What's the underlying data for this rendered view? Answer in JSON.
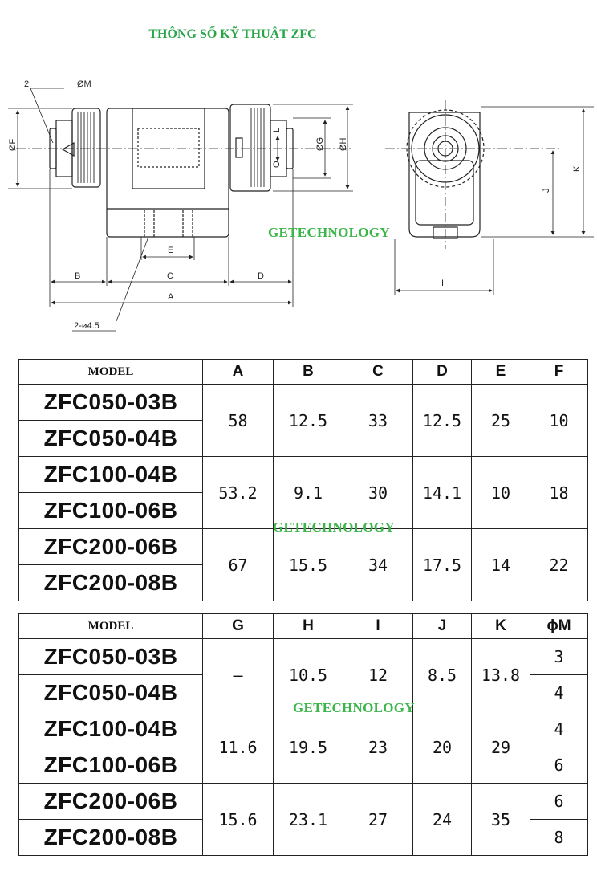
{
  "title": "THÔNG SỐ KỸ THUẬT ZFC",
  "watermark": "GETECHNOLOGY",
  "drawing_labels": {
    "two": "2",
    "phiM": "ØM",
    "phiF": "ØF",
    "phiG": "ØG",
    "phiH": "ØH",
    "L": "L",
    "O": "O",
    "B": "B",
    "C": "C",
    "D": "D",
    "E": "E",
    "A": "A",
    "hole": "2-ø4.5",
    "I": "I",
    "J": "J",
    "K": "K"
  },
  "table1": {
    "headers": [
      "MODEL",
      "A",
      "B",
      "C",
      "D",
      "E",
      "F"
    ],
    "models": [
      "ZFC050-03B",
      "ZFC050-04B",
      "ZFC100-04B",
      "ZFC100-06B",
      "ZFC200-06B",
      "ZFC200-08B"
    ],
    "groups": [
      {
        "A": "58",
        "B": "12.5",
        "C": "33",
        "D": "12.5",
        "E": "25",
        "F": "10"
      },
      {
        "A": "53.2",
        "B": "9.1",
        "C": "30",
        "D": "14.1",
        "E": "10",
        "F": "18"
      },
      {
        "A": "67",
        "B": "15.5",
        "C": "34",
        "D": "17.5",
        "E": "14",
        "F": "22"
      }
    ]
  },
  "table2": {
    "headers": [
      "MODEL",
      "G",
      "H",
      "I",
      "J",
      "K",
      "ϕM"
    ],
    "models": [
      "ZFC050-03B",
      "ZFC050-04B",
      "ZFC100-04B",
      "ZFC100-06B",
      "ZFC200-06B",
      "ZFC200-08B"
    ],
    "groups": [
      {
        "G": "–",
        "H": "10.5",
        "I": "12",
        "J": "8.5",
        "K": "13.8",
        "M": [
          "3",
          "4"
        ]
      },
      {
        "G": "11.6",
        "H": "19.5",
        "I": "23",
        "J": "20",
        "K": "29",
        "M": [
          "4",
          "6"
        ]
      },
      {
        "G": "15.6",
        "H": "23.1",
        "I": "27",
        "J": "24",
        "K": "35",
        "M": [
          "6",
          "8"
        ]
      }
    ]
  }
}
